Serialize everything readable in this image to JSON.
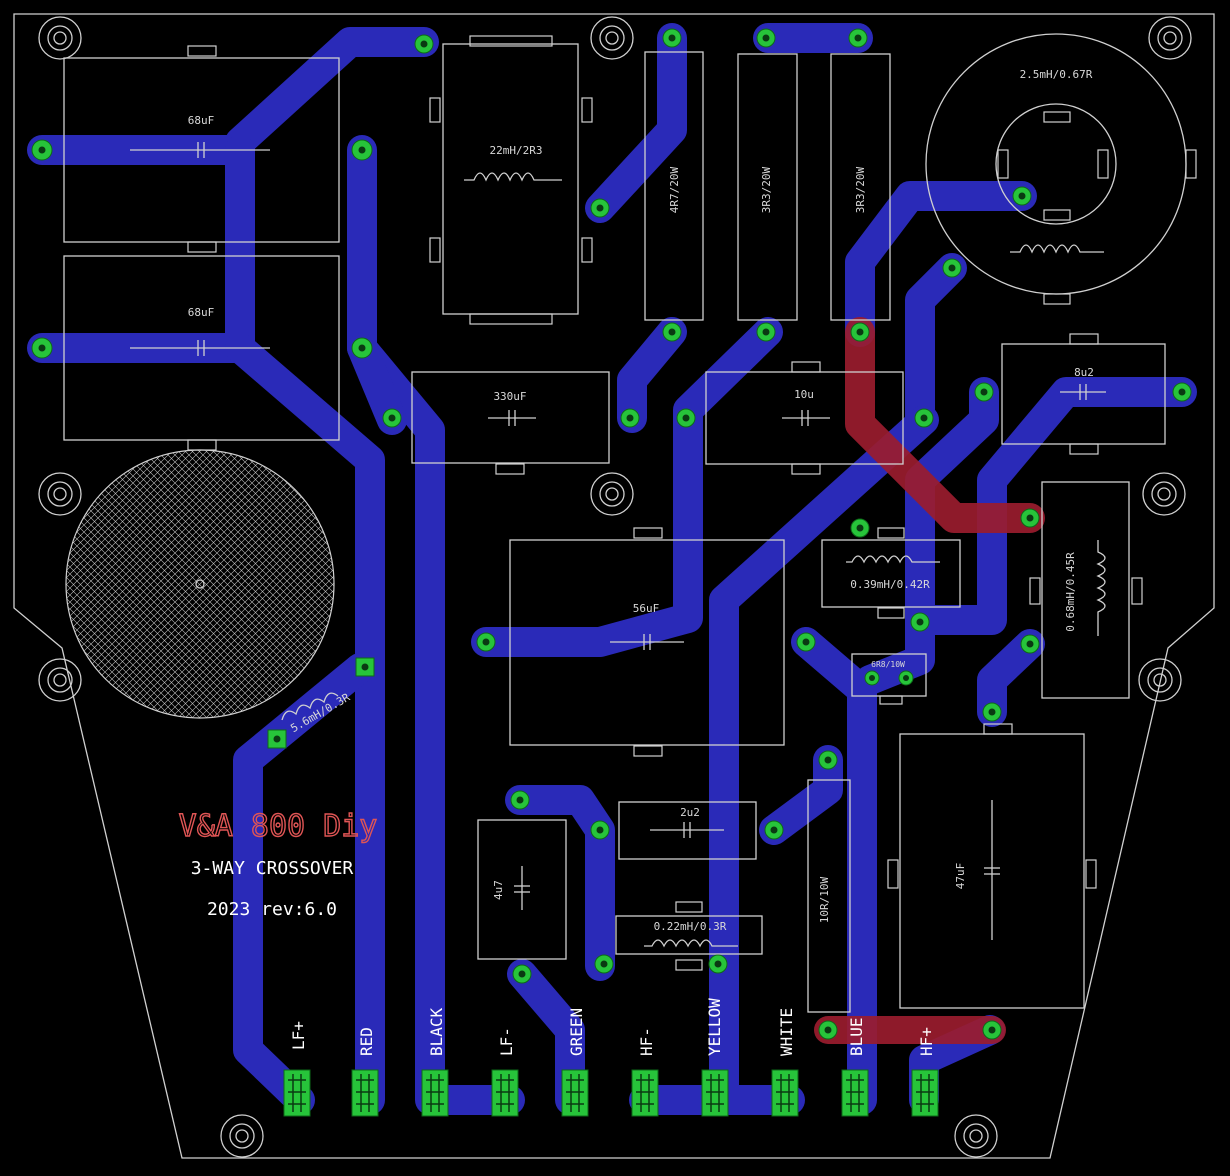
{
  "board": {
    "title": "V&A 800 Diy",
    "subtitle": "3-WAY CROSSOVER",
    "revision": "2023 rev:6.0",
    "colors": {
      "background": "#000000",
      "bottom_copper": "#2a2ab8",
      "top_copper": "#9a1c2e",
      "pads": "#27c43a",
      "silkscreen": "#d0d0d0",
      "title_text": "#e05555"
    }
  },
  "components": {
    "c68a": "68uF",
    "c68b": "68uF",
    "l22": "22mH/2R3",
    "r4r7": "4R7/20W",
    "r3r3a": "3R3/20W",
    "r3r3b": "3R3/20W",
    "l2m5": "2.5mH/0.67R",
    "c330": "330uF",
    "c10": "10u",
    "c8u2": "8u2",
    "c56": "56uF",
    "l039": "0.39mH/0.42R",
    "l068": "0.68mH/0.45R",
    "r6r8": "6R8/10W",
    "l5m6": "5.6mH/0.3R",
    "c2u2": "2u2",
    "c4u7": "4u7",
    "l022": "0.22mH/0.3R",
    "r10": "10R/10W",
    "c47": "47uF"
  },
  "terminals": [
    "LF+",
    "RED",
    "BLACK",
    "LF-",
    "GREEN",
    "HF-",
    "YELLOW",
    "WHITE",
    "BLUE",
    "HF+"
  ]
}
